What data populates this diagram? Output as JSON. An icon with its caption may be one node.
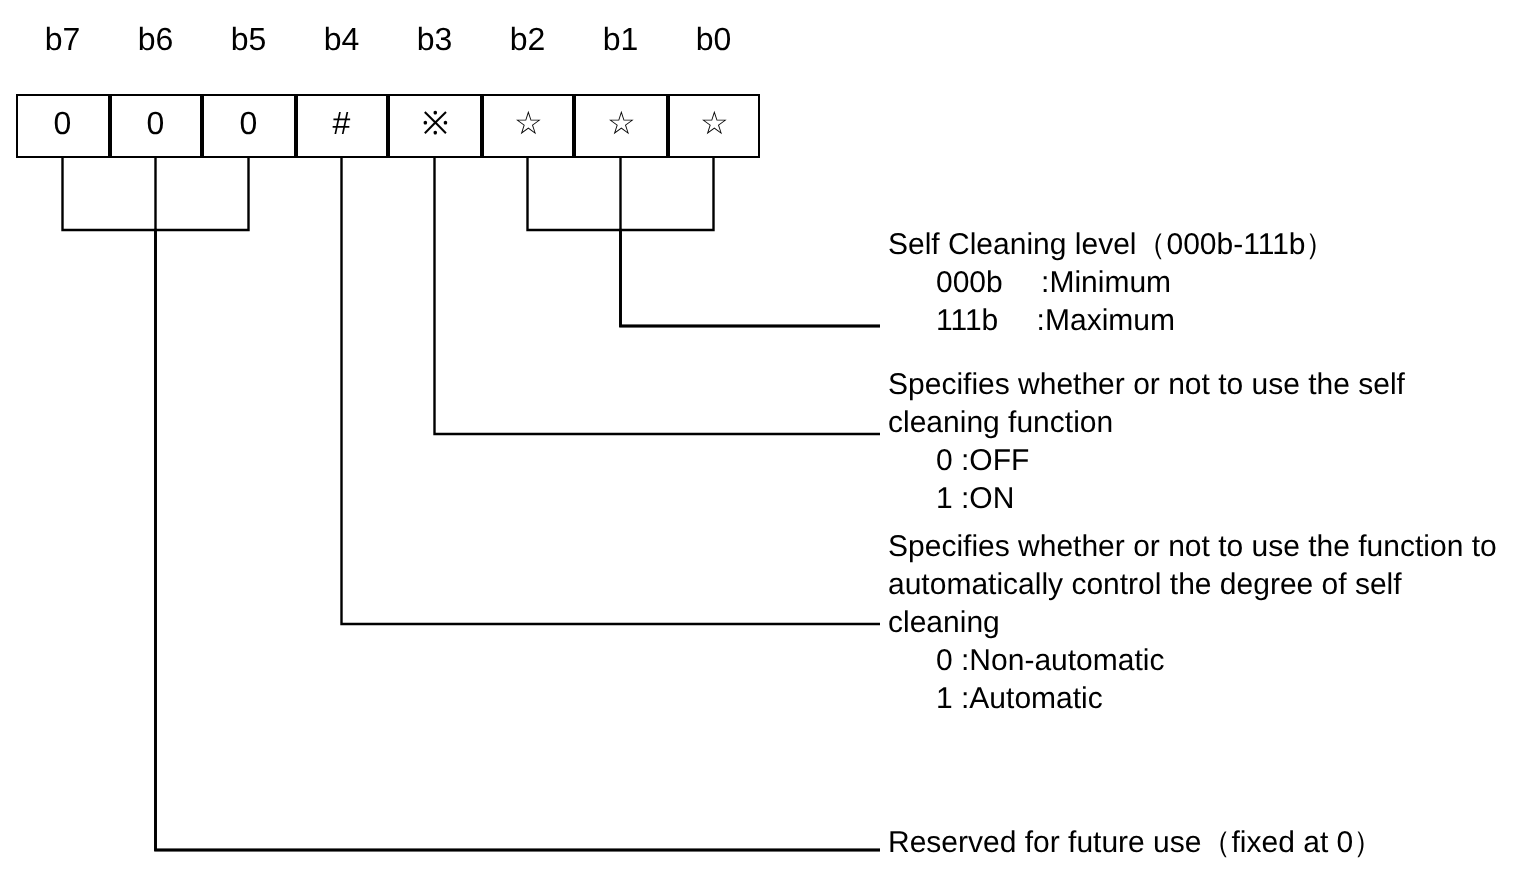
{
  "diagram": {
    "nodes": [
      {
        "text": [
          "0"
        ]
      },
      {
        "text": [
          "0"
        ]
      },
      {
        "text": [
          "0"
        ]
      },
      {
        "text": [
          "#"
        ]
      },
      {
        "text": [
          "※"
        ]
      },
      {
        "text": [
          "☆"
        ]
      },
      {
        "text": [
          "☆"
        ]
      },
      {
        "text": [
          "☆"
        ]
      },
      {
        "text": [
          "Self Cleaning level（000b-111b）",
          "000b　 :Minimum",
          "111b　 :Maximum"
        ]
      },
      {
        "text": [
          "Specifies whether or not to use the self cleaning function",
          "0 :OFF",
          "1 :ON"
        ]
      },
      {
        "text": [
          "Specifies whether or not to use the function to automatically control the degree of self cleaning",
          "0 :Non-automatic",
          "1 :Automatic"
        ]
      },
      {
        "text": [
          "Reserved for future use（fixed at 0）"
        ]
      }
    ],
    "edges": [
      {
        "from": 5,
        "to": 8,
        "arrow": "none"
      },
      {
        "from": 6,
        "to": 8,
        "arrow": "none"
      },
      {
        "from": 7,
        "to": 8,
        "arrow": "none"
      },
      {
        "from": 4,
        "to": 9,
        "arrow": "none"
      },
      {
        "from": 3,
        "to": 10,
        "arrow": "none"
      },
      {
        "from": 0,
        "to": 11,
        "arrow": "none"
      },
      {
        "from": 1,
        "to": 11,
        "arrow": "none"
      },
      {
        "from": 2,
        "to": 11,
        "arrow": "none"
      }
    ],
    "labels": [
      "b7",
      "b6",
      "b5",
      "b4",
      "b3",
      "b2",
      "b1",
      "b0"
    ]
  }
}
